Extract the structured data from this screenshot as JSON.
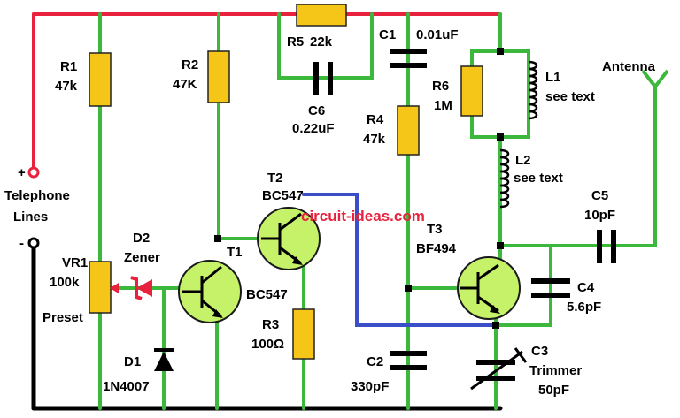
{
  "components": {
    "r1": {
      "ref": "R1",
      "value": "47k"
    },
    "r2": {
      "ref": "R2",
      "value": "47K"
    },
    "r3": {
      "ref": "R3",
      "value": "100Ω"
    },
    "r4": {
      "ref": "R4",
      "value": "47k"
    },
    "r5": {
      "ref": "R5",
      "value": "22k"
    },
    "r6": {
      "ref": "R6",
      "value": "1M"
    },
    "c1": {
      "ref": "C1",
      "value": "0.01uF"
    },
    "c2": {
      "ref": "C2",
      "value": "330pF"
    },
    "c3": {
      "ref": "C3",
      "type": "Trimmer",
      "value": "50pF"
    },
    "c4": {
      "ref": "C4",
      "value": "5.6pF"
    },
    "c5": {
      "ref": "C5",
      "value": "10pF"
    },
    "c6": {
      "ref": "C6",
      "value": "0.22uF"
    },
    "vr1": {
      "ref": "VR1",
      "value": "100k",
      "type": "Preset"
    },
    "d1": {
      "ref": "D1",
      "value": "1N4007"
    },
    "d2": {
      "ref": "D2",
      "type": "Zener"
    },
    "t1": {
      "ref": "T1",
      "type": "BC547"
    },
    "t2": {
      "ref": "T2",
      "type": "BC547"
    },
    "t3": {
      "ref": "T3",
      "type": "BF494"
    },
    "l1": {
      "ref": "L1",
      "note": "see text"
    },
    "l2": {
      "ref": "L2",
      "note": "see text"
    }
  },
  "labels": {
    "plus": "+",
    "minus": "-",
    "telephone_line1": "Telephone",
    "telephone_line2": "Lines",
    "antenna": "Antenna",
    "watermark": "circuit-ideas.com"
  },
  "colors": {
    "positive_wire": "#e8213c",
    "signal_wire": "#3cb83c",
    "feedback_wire": "#3a4fc7",
    "ground_wire": "#000000",
    "resistor_fill": "#f5c518",
    "transistor_fill": "#c6f26a"
  }
}
